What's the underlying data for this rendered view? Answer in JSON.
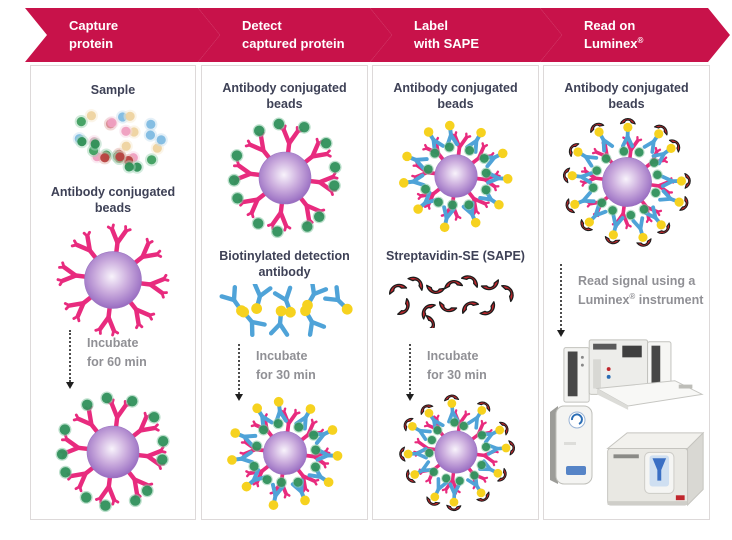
{
  "colors": {
    "banner_red": "#c8124a",
    "bead_purple": "#9b6fc4",
    "capture_antibody_pink": "#e82b7e",
    "detection_antibody_blue": "#4fa3d8",
    "biotin_yellow": "#f6d21f",
    "sape_red": "#c1272d",
    "analyte_green": "#3f9f60",
    "label_text": "#3e4156",
    "muted_text": "#909095"
  },
  "banners": [
    {
      "line1": "Capture",
      "line2": "protein"
    },
    {
      "line1": "Detect",
      "line2": "captured protein"
    },
    {
      "line1": "Label",
      "line2": "with SAPE"
    },
    {
      "line1": "Read on",
      "brand": "Luminex",
      "reg": "®"
    }
  ],
  "col1": {
    "sample_label": "Sample",
    "beads_label": "Antibody conjugated\nbeads",
    "incubate": "Incubate\nfor 60 min"
  },
  "col2": {
    "beads_label": "Antibody conjugated\nbeads",
    "detection_label": "Biotinylated detection\nantibody",
    "incubate": "Incubate\nfor 30 min"
  },
  "col3": {
    "beads_label": "Antibody conjugated\nbeads",
    "sape_label": "Streptavidin-SE (SAPE)",
    "incubate": "Incubate\nfor 30 min"
  },
  "col4": {
    "beads_label": "Antibody conjugated\nbeads",
    "read_line1": "Read signal using a",
    "read_brand": "Luminex",
    "read_reg": "®",
    "read_rest": " instrument"
  }
}
